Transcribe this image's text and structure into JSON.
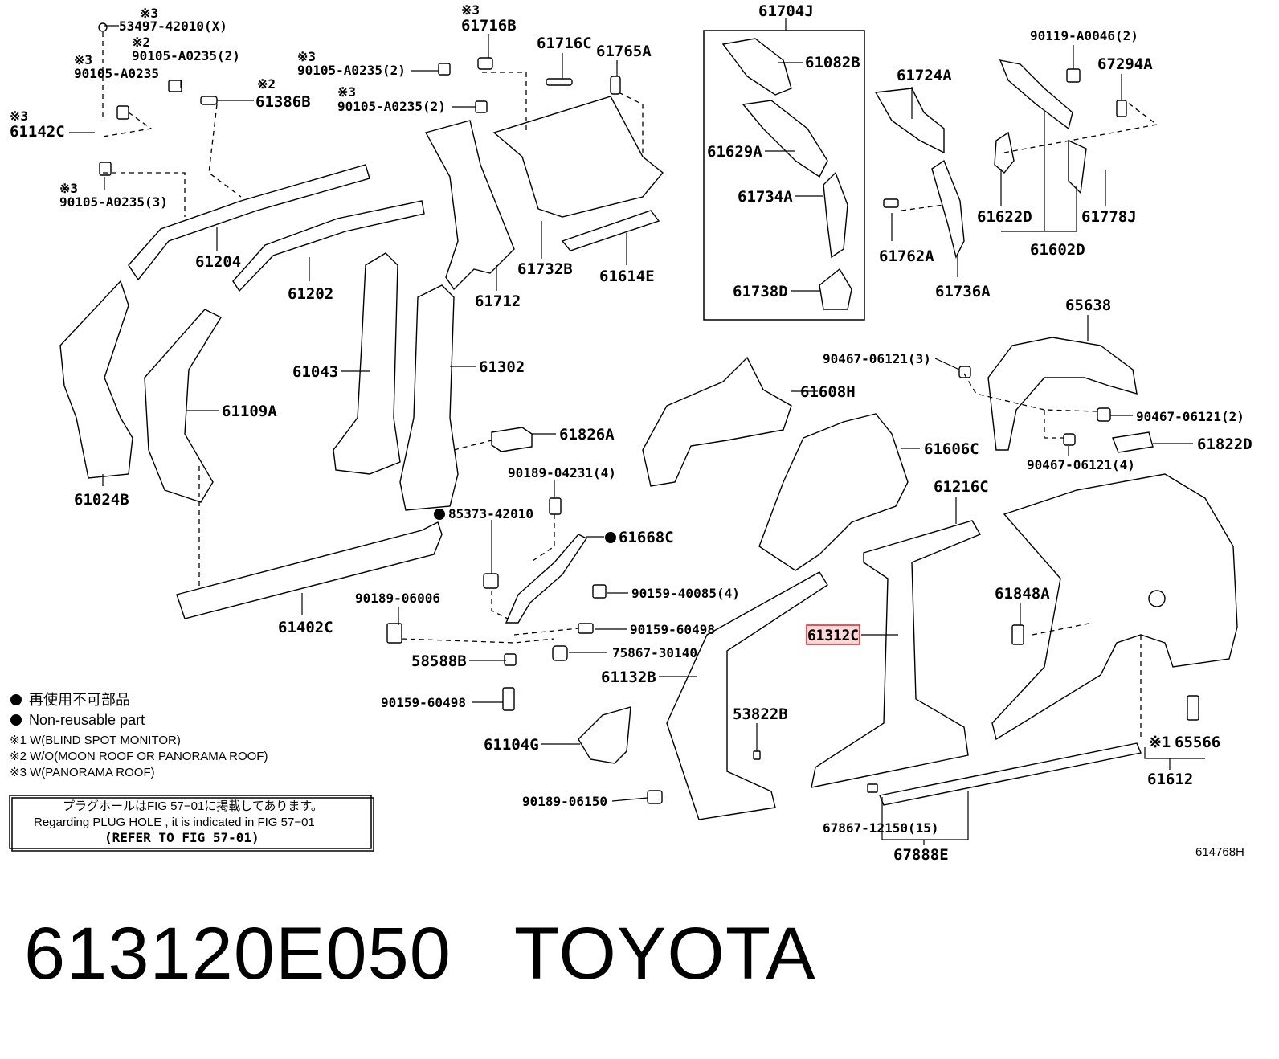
{
  "parts": {
    "p53497": "53497-42010(X)",
    "p90105a": "90105-A0235(2)",
    "p90105b": "90105-A0235",
    "p61386b": "61386B",
    "p61142c": "61142C",
    "p90105c": "90105-A0235(3)",
    "p61716b": "61716B",
    "p90105d": "90105-A0235(2)",
    "p90105e": "90105-A0235(2)",
    "p61716c": "61716C",
    "p61765a": "61765A",
    "p61704j": "61704J",
    "p61082b": "61082B",
    "p61629a": "61629A",
    "p61734a": "61734A",
    "p61738d": "61738D",
    "p61724a": "61724A",
    "p61762a": "61762A",
    "p61736a": "61736A",
    "p90119": "90119-A0046(2)",
    "p67294a": "67294A",
    "p61622d": "61622D",
    "p61778j": "61778J",
    "p61602d": "61602D",
    "p61204": "61204",
    "p61202": "61202",
    "p61712": "61712",
    "p61732b": "61732B",
    "p61614e": "61614E",
    "p61024b": "61024B",
    "p61109a": "61109A",
    "p61043": "61043",
    "p61302": "61302",
    "p61826a": "61826A",
    "p90189a": "90189-04231(4)",
    "p85373": "85373-42010",
    "p61668c": "61668C",
    "p90159a": "90159-40085(4)",
    "p90189b": "90189-06006",
    "p90159b": "90159-60498",
    "p75867": "75867-30140",
    "p58588b": "58588B",
    "p61132b": "61132B",
    "p90159c": "90159-60498",
    "p61104g": "61104G",
    "p53822b": "53822B",
    "p90189c": "90189-06150",
    "p61402c": "61402C",
    "p65638": "65638",
    "p90467a": "90467-06121(3)",
    "p90467b": "90467-06121(2)",
    "p90467c": "90467-06121(4)",
    "p61608h": "61608H",
    "p61606c": "61606C",
    "p61822d": "61822D",
    "p61216c": "61216C",
    "p61848a": "61848A",
    "p61312c": "61312C",
    "p65566": "65566",
    "p61612": "61612",
    "p67867": "67867-12150(15)",
    "p67888e": "67888E"
  },
  "marks": {
    "m3": "※3",
    "m2": "※2",
    "m1": "※1"
  },
  "legend": {
    "jp": "再使用不可部品",
    "en": "Non-reusable part",
    "note1": "※1 W(BLIND SPOT MONITOR)",
    "note2": "※2 W/O(MOON ROOF OR PANORAMA ROOF)",
    "note3": "※3 W(PANORAMA ROOF)"
  },
  "plug_box": {
    "line1": "プラグホールはFIG 57−01に掲載してあります。",
    "line2": "Regarding  PLUG  HOLE , it is indicated in FIG  57−01",
    "line3": "(REFER TO FIG 57-01)"
  },
  "fig_id": "614768H",
  "footer": {
    "part_number": "613120E050",
    "brand": "TOYOTA"
  }
}
